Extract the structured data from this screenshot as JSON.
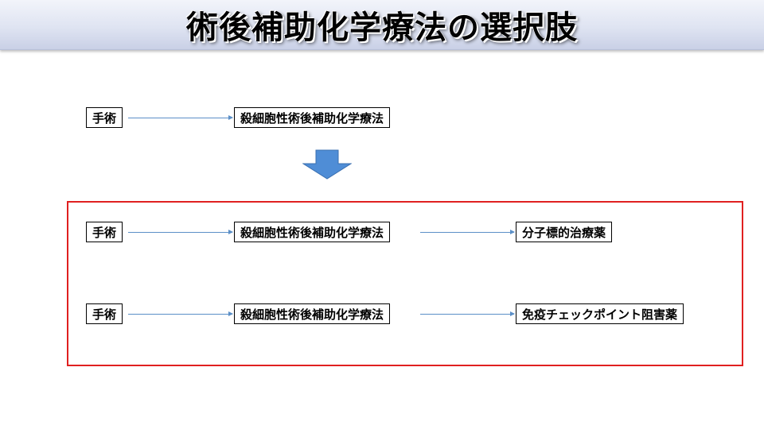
{
  "slide": {
    "title": "術後補助化学療法の選択肢"
  },
  "rows": [
    {
      "start": "手術",
      "middle": "殺細胞性術後補助化学療法",
      "end": ""
    },
    {
      "start": "手術",
      "middle": "殺細胞性術後補助化学療法",
      "end": "分子標的治療薬"
    },
    {
      "start": "手術",
      "middle": "殺細胞性術後補助化学療法",
      "end": "免疫チェックポイント阻害薬"
    }
  ],
  "colors": {
    "arrow": "#5b8fc7",
    "frame": "#e02020",
    "down_arrow_fill": "#4f8dd6"
  },
  "icons": {
    "transition": "down-arrow-icon"
  }
}
